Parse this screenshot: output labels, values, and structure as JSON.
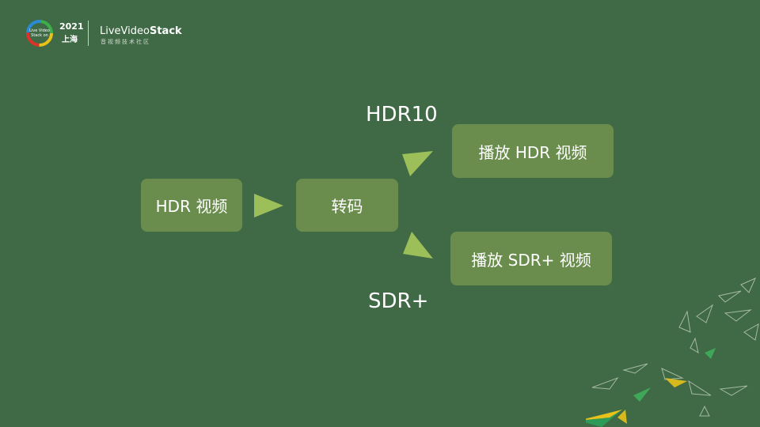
{
  "header": {
    "event_logo_lines": [
      "Live Video",
      "Stack  on"
    ],
    "year": "2021",
    "city": "上海",
    "brand_prefix": "LiveVideo",
    "brand_suffix": "Stack",
    "brand_subtitle": "音视频技术社区"
  },
  "diagram": {
    "nodes": {
      "hdr_video": "HDR 视频",
      "transcode": "转码",
      "play_hdr": "播放 HDR 视频",
      "play_sdr": "播放 SDR+ 视频"
    },
    "edge_labels": {
      "hdr10": "HDR10",
      "sdr_plus": "SDR+"
    },
    "colors": {
      "background": "#3f6a45",
      "node_fill": "#6a8d4d",
      "arrow_fill": "#9dbf5a",
      "text": "#ffffff"
    }
  }
}
